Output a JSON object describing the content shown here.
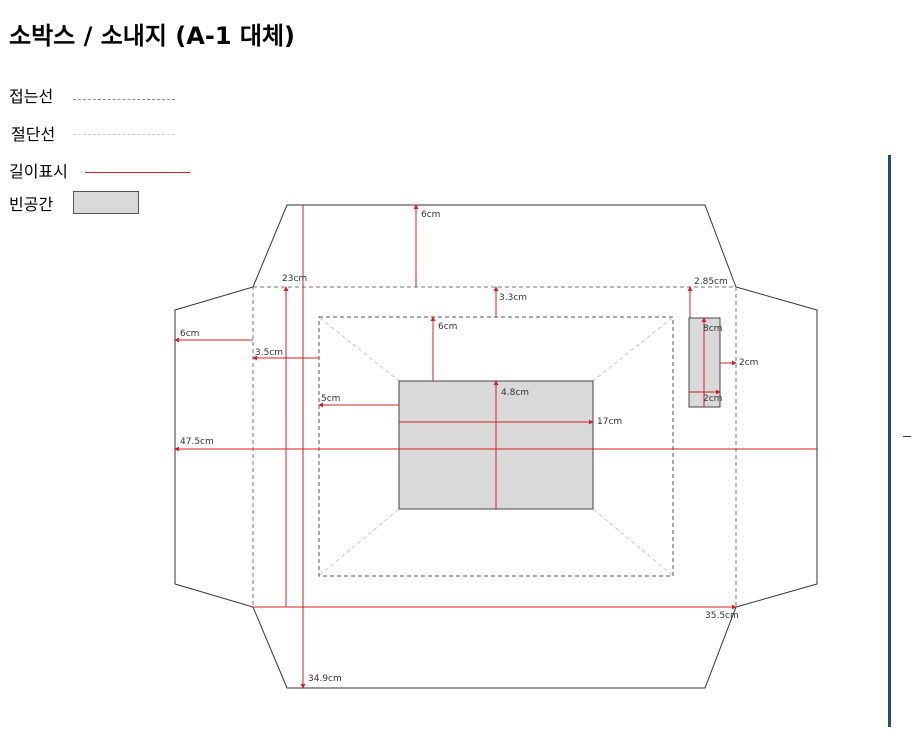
{
  "title": "소박스 / 소내지 (A-1 대체)",
  "legend": {
    "fold_line": "접는선",
    "cut_line": "절단선",
    "length_mark": "길이표시",
    "empty_space": "빈공간"
  },
  "colors": {
    "dimension": "#d42020",
    "fold": "#8a8a8a",
    "cut": "#c8c8c8",
    "empty_fill": "#d9d9d9",
    "side_bar": "#1f4e79"
  },
  "dimensions": {
    "top_flap": "6cm",
    "inner_height": "23cm",
    "top_gap": "3.3cm",
    "corner_tab": "2.85cm",
    "tab_height": "8cm",
    "tab_right": "2cm",
    "tab_bottom": "2cm",
    "left_flap": "6cm",
    "inner_inset": "3.5cm",
    "window_top": "6cm",
    "window_height": "4.8cm",
    "window_left": "5cm",
    "window_width": "17cm",
    "total_width": "47.5cm",
    "base_width": "35.5cm",
    "total_height": "34.9cm"
  }
}
